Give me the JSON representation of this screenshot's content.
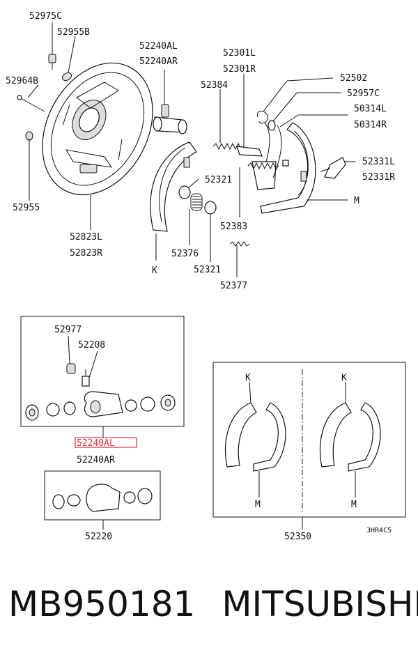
{
  "labels": {
    "p52975c": "52975C",
    "p52955b": "52955B",
    "p52964b": "52964B",
    "p52955": "52955",
    "p52823l": "52823L",
    "p52823r": "52823R",
    "p52240al_top": "52240AL",
    "p52240ar_top": "52240AR",
    "p52301l": "52301L",
    "p52301r": "52301R",
    "p52384": "52384",
    "p52502": "52502",
    "p52957c": "52957C",
    "p50314l": "50314L",
    "p50314r": "50314R",
    "p52331l": "52331L",
    "p52331r": "52331R",
    "m_top": "M",
    "p52321_a": "52321",
    "p52321_b": "52321",
    "p52376": "52376",
    "p52383": "52383",
    "p52377": "52377",
    "k_top": "K",
    "p52977": "52977",
    "p52208": "52208",
    "p52240al_hl": "52240AL",
    "p52240ar_bot": "52240AR",
    "p52220": "52220",
    "k_left": "K",
    "k_right": "K",
    "m_left": "M",
    "m_right": "M",
    "p52350": "52350",
    "ref_code": "3HR4C5"
  },
  "highlight_color": "#e0303a",
  "footer": {
    "part_number": "MB950181",
    "brand": "MITSUBISHI"
  }
}
